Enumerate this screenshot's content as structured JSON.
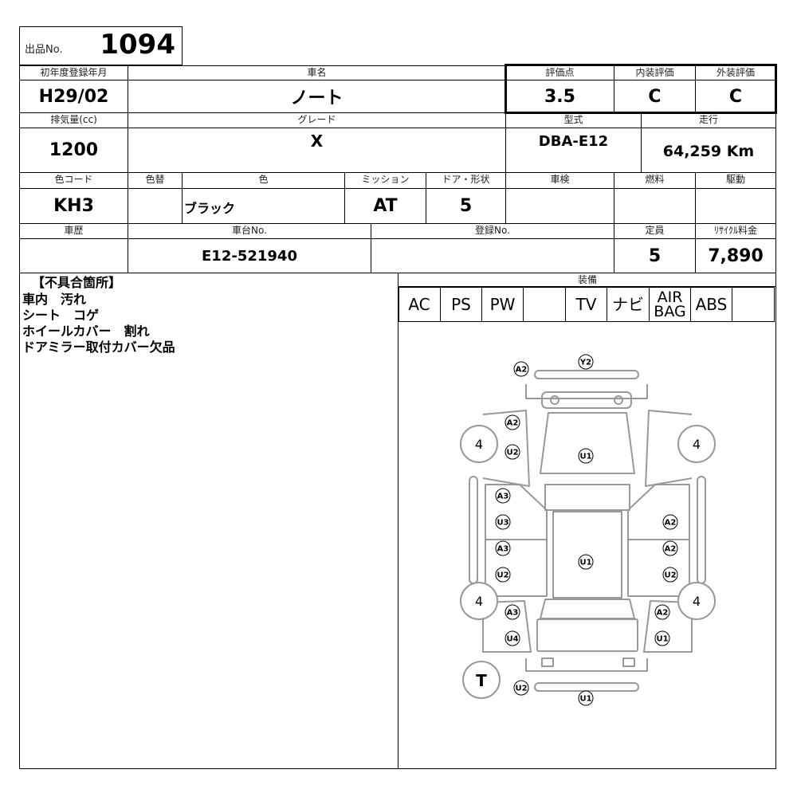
{
  "lot": {
    "label": "出品No.",
    "number": "1094"
  },
  "headers": {
    "first_reg": "初年度登録年月",
    "car_name": "車名",
    "score": "評価点",
    "interior": "内装評価",
    "exterior": "外装評価",
    "displacement": "排気量(cc)",
    "grade": "グレード",
    "model": "型式",
    "mileage": "走行",
    "color_code": "色コード",
    "color_change": "色替",
    "color": "色",
    "mission": "ミッション",
    "door_shape": "ドア・形状",
    "inspection": "車検",
    "fuel": "燃料",
    "drive": "駆動",
    "history": "車歴",
    "chassis": "車台No.",
    "registration": "登録No.",
    "capacity": "定員",
    "recycle": "ﾘｻｲｸﾙ料金",
    "equipment": "装備"
  },
  "values": {
    "first_reg": "H29/02",
    "car_name": "ノート",
    "score": "3.5",
    "interior": "C",
    "exterior": "C",
    "displacement": "1200",
    "grade": "X",
    "model": "DBA-E12",
    "mileage": "64,259 Km",
    "color_code": "KH3",
    "color_change": "",
    "color": "ブラック",
    "mission": "AT",
    "door_shape": "5",
    "inspection": "",
    "fuel": "",
    "drive": "",
    "history": "",
    "chassis": "E12-521940",
    "registration": "",
    "capacity": "5",
    "recycle": "7,890"
  },
  "defects": {
    "title": "【不具合箇所】",
    "items": [
      "車内　汚れ",
      "シート　コゲ",
      "ホイールカバー　割れ",
      "ドアミラー取付カバー欠品"
    ]
  },
  "equipment": {
    "ac": "AC",
    "ps": "PS",
    "pw": "PW",
    "blank": "",
    "tv": "TV",
    "navi": "ナビ",
    "airbag_line1": "AIR",
    "airbag_line2": "BAG",
    "abs": "ABS",
    "extra": ""
  },
  "diagram": {
    "tire_left_front": "4",
    "tire_right_front": "4",
    "tire_left_rear": "4",
    "tire_right_rear": "4",
    "spare": "T",
    "marks": {
      "front_bumper": "A2",
      "front_top": "Y2",
      "bonnet_a": "A2",
      "bonnet_u": "U2",
      "windshield": "U1",
      "left_front_door_a": "A3",
      "left_front_door_u": "U3",
      "left_rear_door_a": "A3",
      "left_rear_door_u": "U2",
      "roof": "U1",
      "right_front_door": "A2",
      "right_rear_door_a": "A2",
      "right_rear_door_u": "U2",
      "left_quarter": "A3",
      "left_rear_fender": "U4",
      "right_quarter": "A2",
      "right_rear_fender": "U1",
      "rear_left": "U2",
      "rear_bumper": "U1"
    }
  }
}
